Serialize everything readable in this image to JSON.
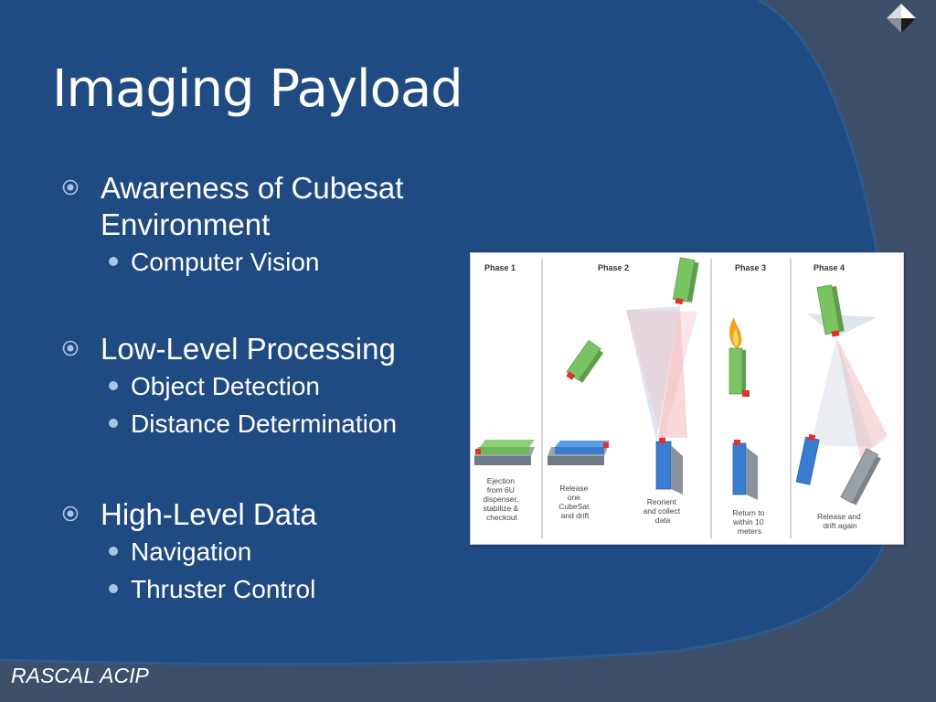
{
  "slide": {
    "title": "Imaging Payload",
    "footer": "RASCAL ACIP",
    "colors": {
      "background": "#1f4a82",
      "corner": "#3d4f69",
      "text": "#ffffff",
      "sub_bullet": "#aac4e3"
    }
  },
  "bullets": [
    {
      "text": "Awareness of Cubesat Environment",
      "sub": [
        "Computer Vision"
      ]
    },
    {
      "text": "Low-Level Processing",
      "sub": [
        "Object Detection",
        "Distance Determination"
      ]
    },
    {
      "text": "High-Level Data",
      "sub": [
        "Navigation",
        "Thruster Control"
      ]
    }
  ],
  "figure": {
    "phases": [
      {
        "label": "Phase 1",
        "caption": [
          "Ejection",
          "from 6U",
          "dispenser,",
          "stabilize &",
          "checkout"
        ]
      },
      {
        "label": "Phase 2",
        "caption_a": [
          "Release",
          "one",
          "CubeSat",
          "and drift"
        ],
        "caption_b": [
          "Reorient",
          "and collect",
          "data"
        ]
      },
      {
        "label": "Phase 3",
        "caption": [
          "Return to",
          "within 10",
          "meters"
        ]
      },
      {
        "label": "Phase 4",
        "caption": [
          "Release and",
          "drift again"
        ]
      }
    ]
  },
  "icons": {
    "navigation": "diamond-nav-icon",
    "bullet_level1": "circle-dot-icon",
    "bullet_level2": "filled-dot-icon"
  }
}
